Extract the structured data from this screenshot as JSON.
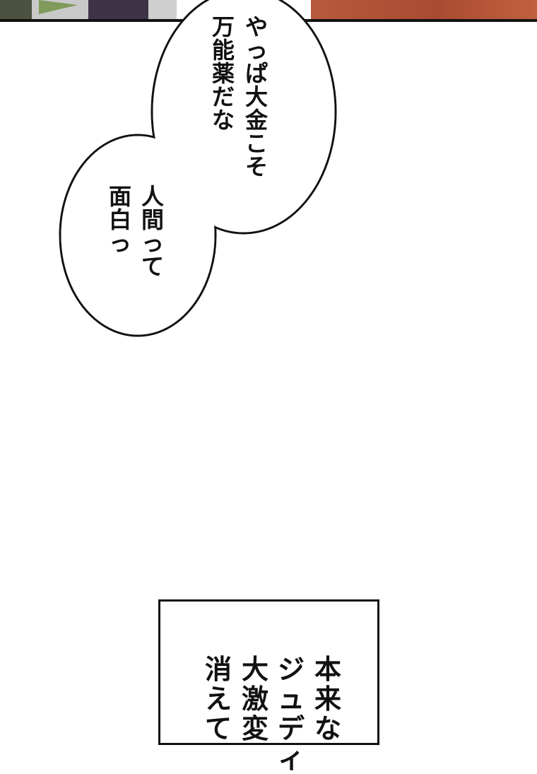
{
  "top_panel": {
    "colors": [
      "#4c5240",
      "#7f9a5a",
      "#c8c8c8",
      "#3d3448",
      "#cfcfcf",
      "#b85a3c",
      "#a94b32"
    ]
  },
  "bubble_1": {
    "lines": [
      "やっぱ大金こそ",
      "万能薬だな"
    ]
  },
  "bubble_2": {
    "lines": [
      "人間って",
      "面白っ"
    ]
  },
  "narration_box": {
    "lines": [
      "本来な",
      "ジュディ",
      "大激変",
      "消えて"
    ]
  }
}
